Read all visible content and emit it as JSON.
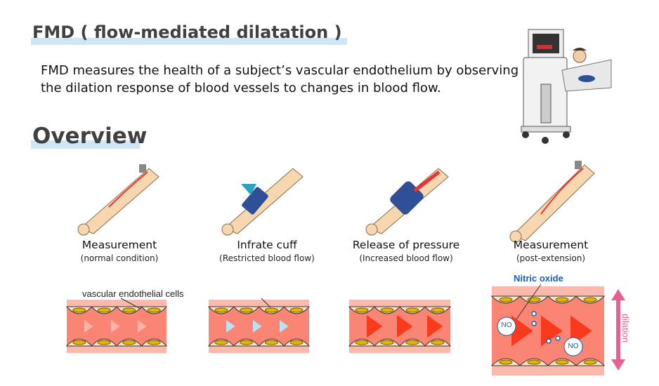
{
  "title": "FMD ( flow-mediated dilatation )",
  "description": [
    "FMD measures the health of a subject’s vascular endothelium by observing",
    "the dilation response of blood vessels to changes in blood flow."
  ],
  "overview_title": "Overview",
  "steps": [
    {
      "label": "Measurement",
      "sub": "(normal condition)"
    },
    {
      "label": "Infrate cuff",
      "sub": "(Restricted blood flow)"
    },
    {
      "label": "Release of pressure",
      "sub": "(Increased blood flow)"
    },
    {
      "label": "Measurement",
      "sub": "(post-extension)"
    }
  ],
  "vessel_labels": {
    "cells": "vascular endothelial  cells",
    "nitric_oxide": "Nitric oxide",
    "no": "NO",
    "dilation": "dilation"
  },
  "colors": {
    "heading_bar": "#cfe6f5",
    "vessel_outer": "#fbb9ae",
    "vessel_inner": "#fb8575",
    "arrow_strong": "#fa3a1c",
    "no_label": "#1a5fa8",
    "dilation": "#e8608f"
  }
}
